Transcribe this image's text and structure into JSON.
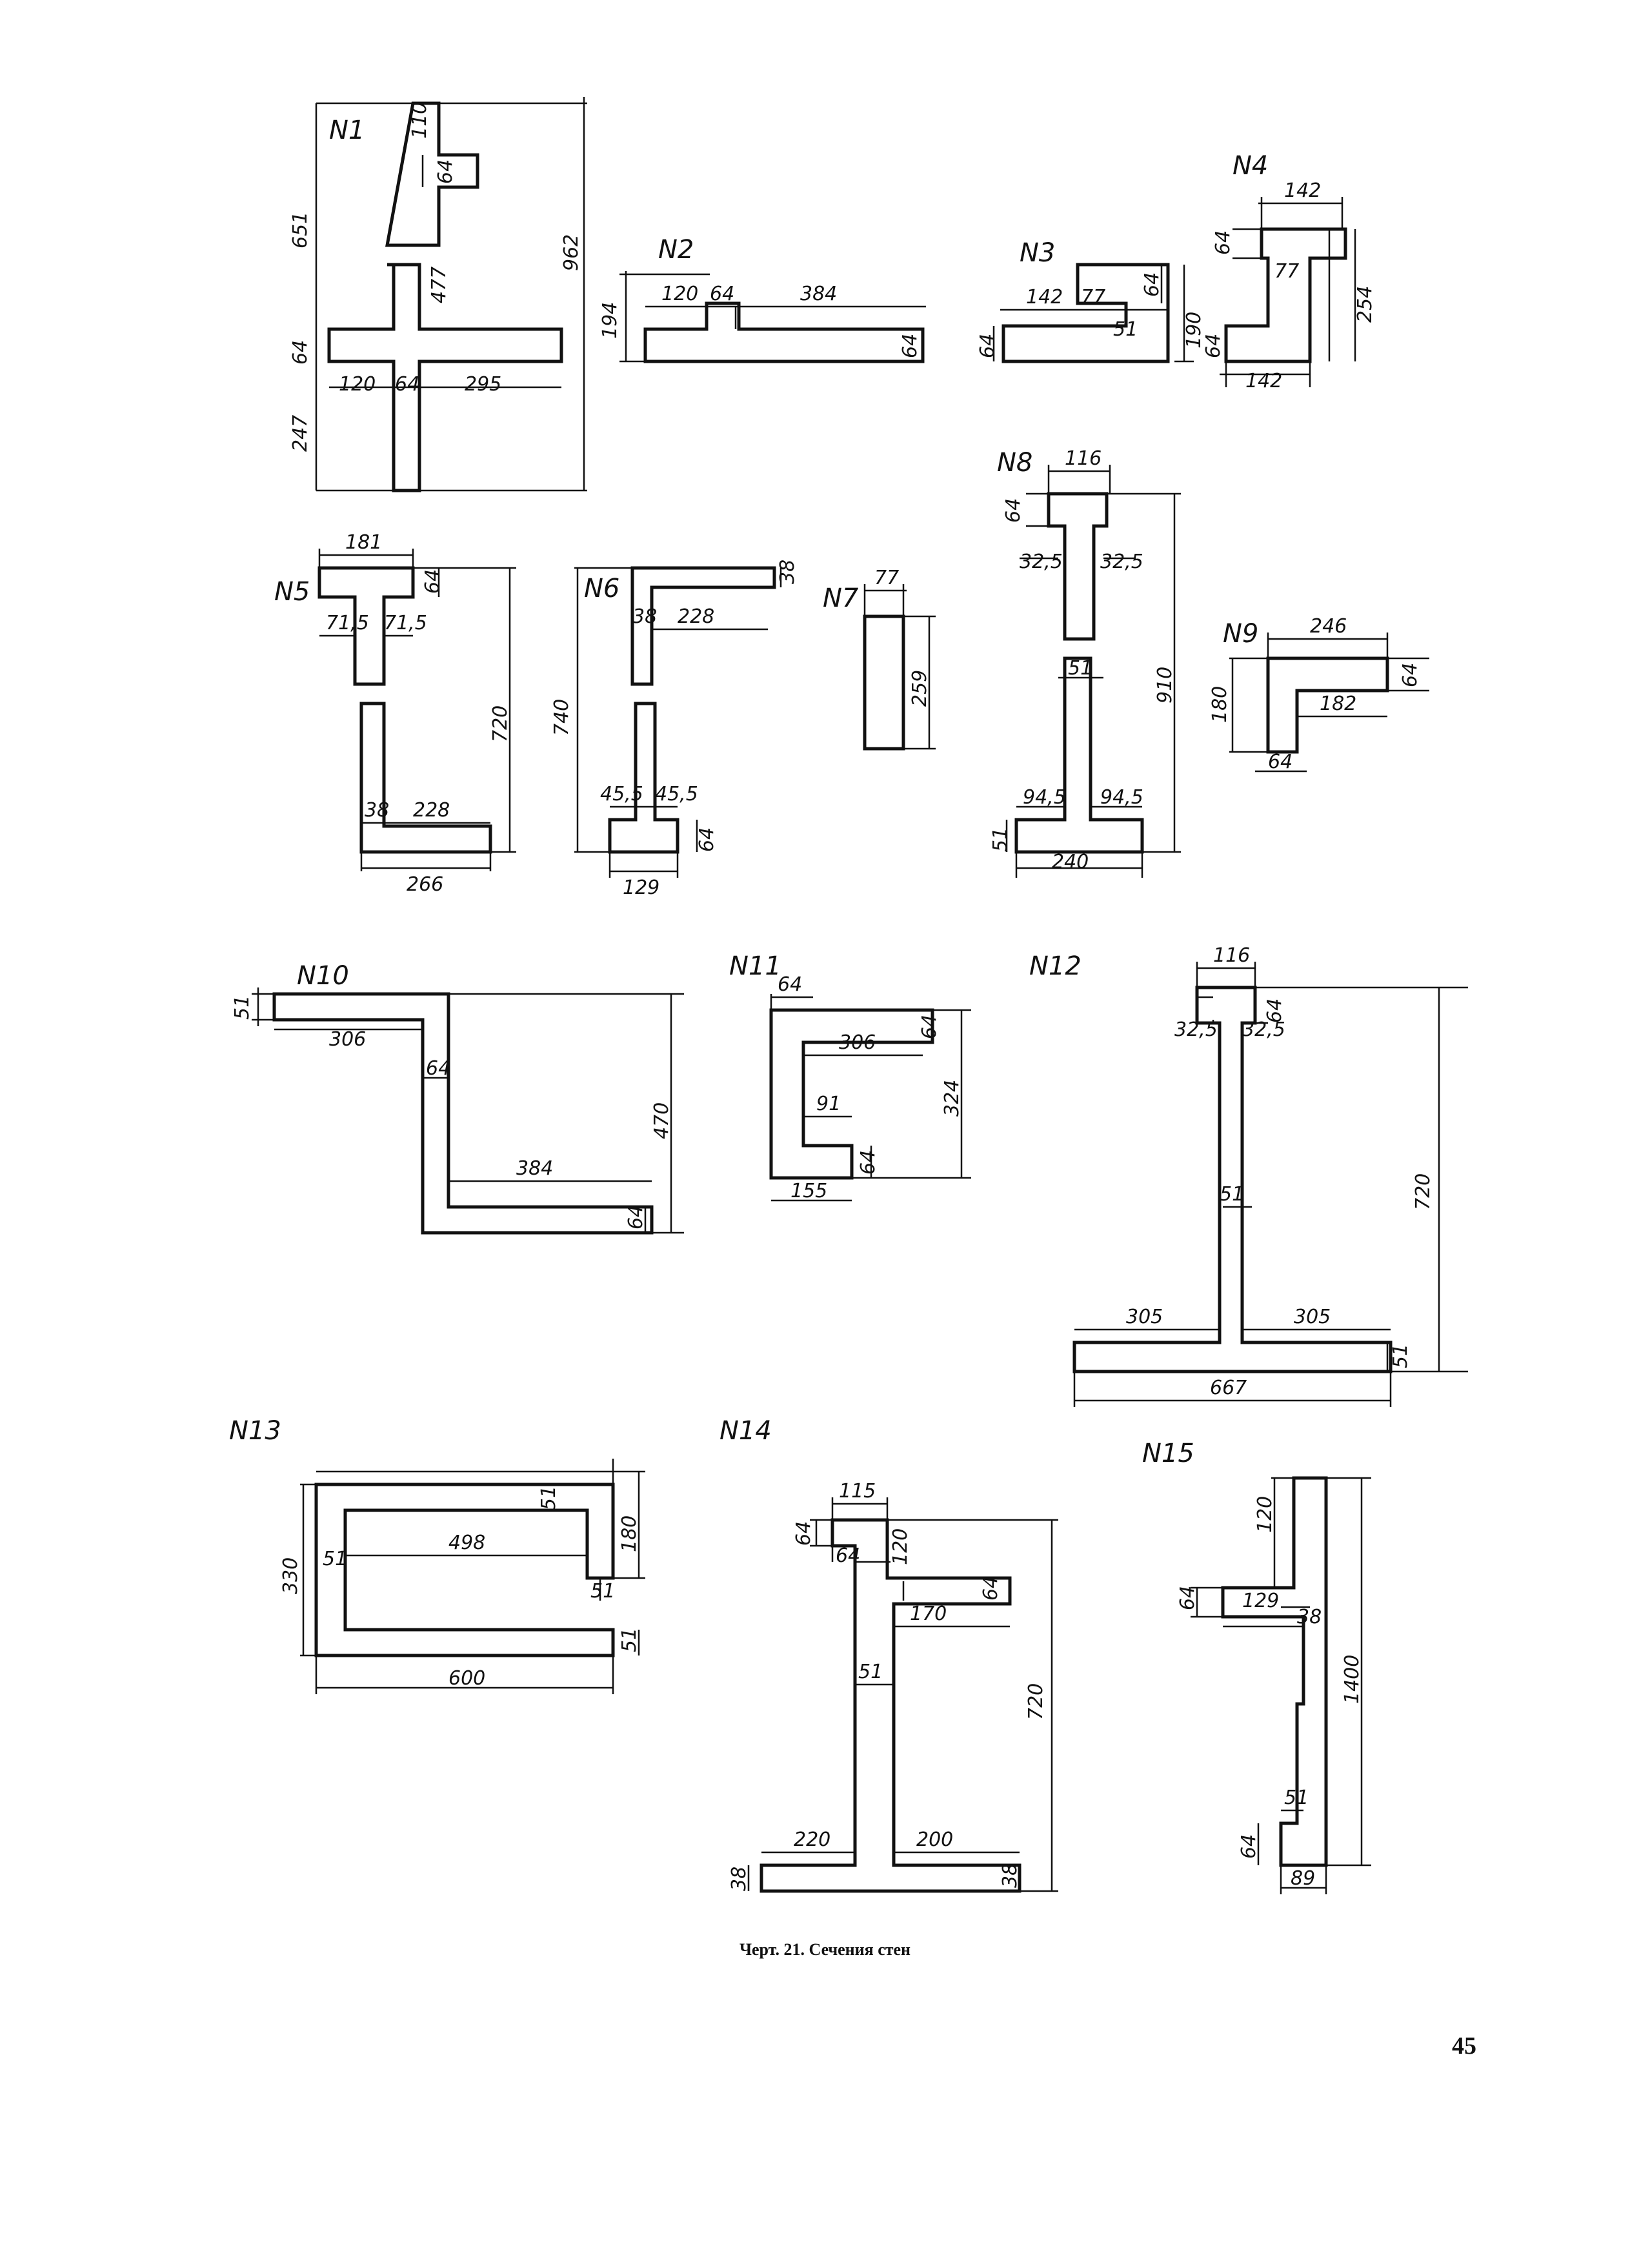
{
  "sections": [
    {
      "id": "N1",
      "dims": [
        "110",
        "64",
        "651",
        "477",
        "962",
        "64",
        "120",
        "64",
        "295",
        "247"
      ]
    },
    {
      "id": "N2",
      "dims": [
        "120",
        "64",
        "384",
        "194",
        "64"
      ]
    },
    {
      "id": "N3",
      "dims": [
        "142",
        "77",
        "64",
        "64",
        "51",
        "190"
      ]
    },
    {
      "id": "N4",
      "dims": [
        "142",
        "64",
        "77",
        "254",
        "64",
        "142"
      ]
    },
    {
      "id": "N5",
      "dims": [
        "181",
        "64",
        "71,5",
        "71,5",
        "720",
        "38",
        "228",
        "266"
      ]
    },
    {
      "id": "N6",
      "dims": [
        "38",
        "38",
        "228",
        "740",
        "45,5",
        "45,5",
        "64",
        "129"
      ]
    },
    {
      "id": "N7",
      "dims": [
        "77",
        "259"
      ]
    },
    {
      "id": "N8",
      "dims": [
        "116",
        "64",
        "32,5",
        "32,5",
        "910",
        "51",
        "94,5",
        "94,5",
        "51",
        "240"
      ]
    },
    {
      "id": "N9",
      "dims": [
        "246",
        "64",
        "180",
        "182",
        "64"
      ]
    },
    {
      "id": "N10",
      "dims": [
        "51",
        "306",
        "64",
        "470",
        "384",
        "64"
      ]
    },
    {
      "id": "N11",
      "dims": [
        "64",
        "64",
        "306",
        "324",
        "91",
        "64",
        "155"
      ]
    },
    {
      "id": "N12",
      "dims": [
        "116",
        "64",
        "32,5",
        "32,5",
        "720",
        "51",
        "305",
        "305",
        "51",
        "667"
      ]
    },
    {
      "id": "N13",
      "dims": [
        "51",
        "180",
        "330",
        "498",
        "51",
        "51",
        "51",
        "600"
      ]
    },
    {
      "id": "N14",
      "dims": [
        "115",
        "64",
        "64",
        "120",
        "64",
        "170",
        "51",
        "720",
        "220",
        "200",
        "38",
        "38"
      ]
    },
    {
      "id": "N15",
      "dims": [
        "120",
        "64",
        "129",
        "38",
        "1400",
        "51",
        "64",
        "89"
      ]
    }
  ],
  "caption": "Черт. 21. Сечения стен",
  "page_number": "45"
}
